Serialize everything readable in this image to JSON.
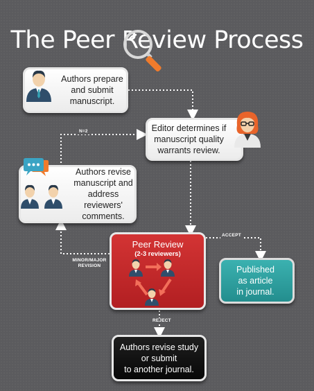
{
  "title": "The Peer Review Process",
  "nodes": {
    "authors_prepare": [
      "Authors prepare",
      "and submit",
      "manuscript."
    ],
    "editor": [
      "Editor determines if",
      "manuscript quality",
      "warrants review."
    ],
    "authors_revise": [
      "Authors revise",
      "manuscript and",
      "address reviewers'",
      "comments."
    ],
    "peer_review": {
      "title": "Peer Review",
      "subtitle": "(2-3 reviewers)"
    },
    "published": [
      "Published",
      "as article",
      "in journal."
    ],
    "reject_outcome": [
      "Authors revise study",
      "or submit",
      "to another journal."
    ]
  },
  "edge_labels": {
    "n2": "N=2",
    "accept": "ACCEPT",
    "revision": [
      "MINOR/MAJOR",
      "REVISION"
    ],
    "reject": "REJECT"
  },
  "icons": [
    "magnifier-icon",
    "author-icon",
    "editor-icon",
    "speech-bubble-icon",
    "reviewer-icon"
  ],
  "colors": {
    "background": "#5b5b5e",
    "peer_review": "#c22a2c",
    "published": "#2f9f9f",
    "reject": "#111111",
    "magnifier_handle": "#f07b2c"
  }
}
